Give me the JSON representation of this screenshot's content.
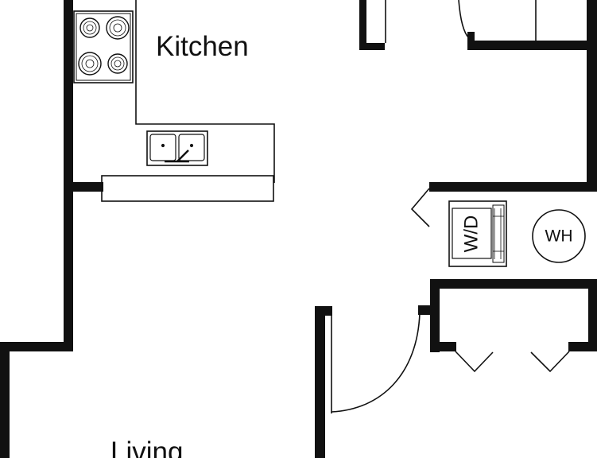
{
  "floor_plan": {
    "rooms": [
      {
        "id": "kitchen",
        "label": "Kitchen"
      },
      {
        "id": "living",
        "label": "Living"
      }
    ],
    "fixtures": [
      {
        "id": "washer-dryer",
        "label": "W/D"
      },
      {
        "id": "water-heater",
        "label": "WH"
      }
    ],
    "colors": {
      "wall": "#111111",
      "line": "#111111",
      "background": "#ffffff"
    }
  }
}
